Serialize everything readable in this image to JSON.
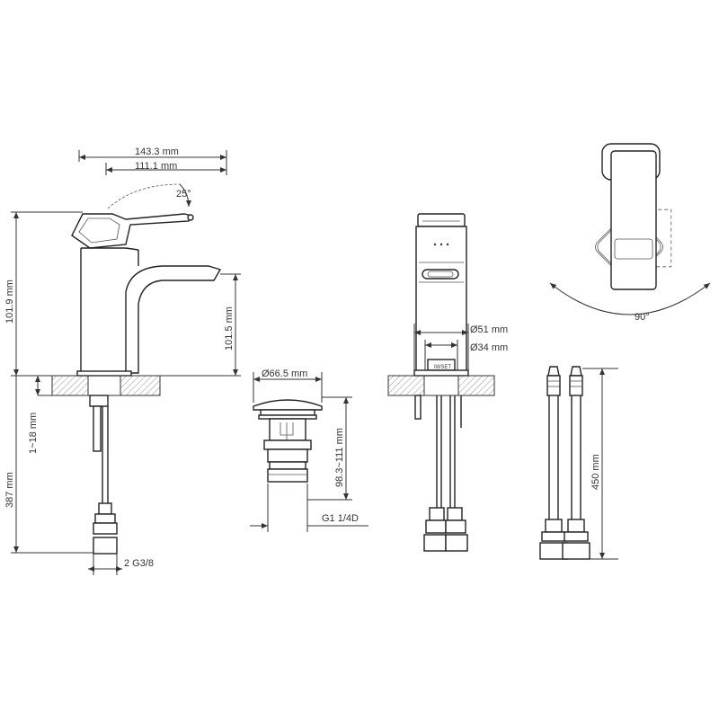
{
  "colors": {
    "line": "#333333",
    "background": "#ffffff",
    "hatch": "#777777"
  },
  "dimensions": {
    "width_total": "143.3 mm",
    "width_spout": "111.1 mm",
    "handle_angle": "25°",
    "height_total": "101.9 mm",
    "spout_height": "101.5 mm",
    "shank_length": "387 mm",
    "counter_thickness": "1~18 mm",
    "inlet_thread": "2 G3/8",
    "waste_diameter": "Ø66.5 mm",
    "waste_height": "98.3~111 mm",
    "waste_thread": "G1 1/4D",
    "base_diameter": "Ø51 mm",
    "shank_diameter": "Ø34 mm",
    "hose_length": "450 mm",
    "rotation_angle": "90°"
  },
  "logo_text": "IWSET"
}
